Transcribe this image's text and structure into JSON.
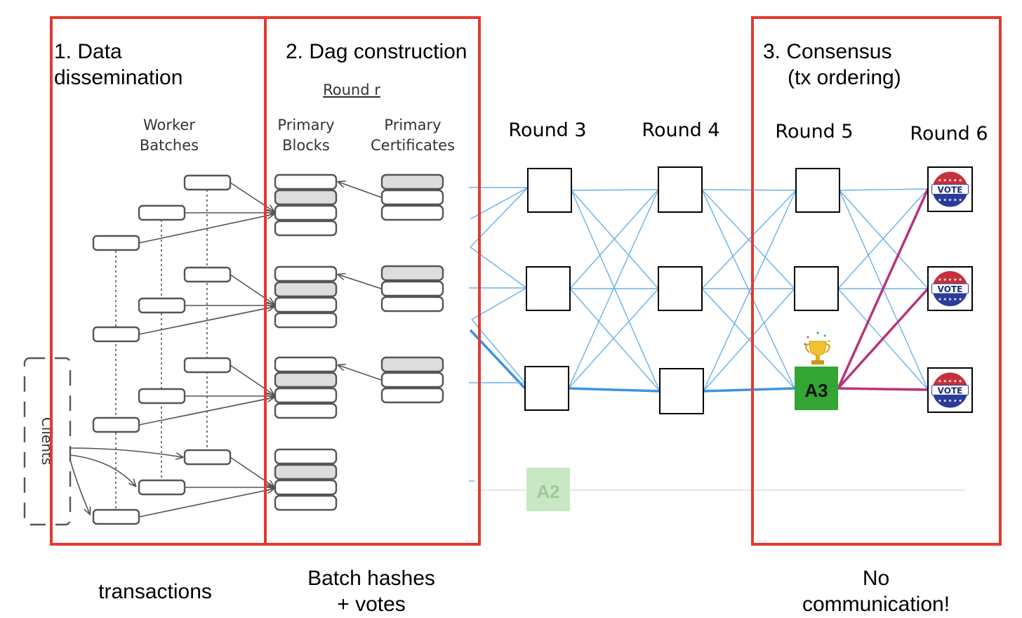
{
  "colors": {
    "frame": "#e23a2e",
    "edge": "#6ab0ea",
    "edge_bold": "#3f93e0",
    "vote_edge": "#b93378",
    "anchor": "#33a532",
    "anchor_text": "#111111",
    "faded_anchor": "#c9e7c4",
    "faded_anchor_text": "#9ec89a",
    "box_stroke": "#555555",
    "box_fill_gray": "#dddddd",
    "text": "#000000",
    "label_text": "#333333"
  },
  "sections": {
    "dissemination": {
      "line1": "1. Data",
      "line2": "dissemination"
    },
    "dag": {
      "title": "2. Dag construction",
      "round": "Round r"
    },
    "consensus": {
      "line1": "3. Consensus",
      "line2": "(tx ordering)"
    }
  },
  "columns": {
    "worker_line1": "Worker",
    "worker_line2": "Batches",
    "blocks_line1": "Primary",
    "blocks_line2": "Blocks",
    "certs_line1": "Primary",
    "certs_line2": "Certificates",
    "clients": "Clients"
  },
  "rounds": [
    "Round 3",
    "Round 4",
    "Round 5",
    "Round 6"
  ],
  "anchors": {
    "a3": "A3",
    "a2": "A2"
  },
  "vote_label": "VOTE",
  "icons": [
    "trophy-icon",
    "vote-badge-icon"
  ],
  "footer": {
    "transactions": "transactions",
    "batch_line1": "Batch hashes",
    "batch_line2": "+ votes",
    "no_line1": "No",
    "no_line2": "communication!"
  }
}
